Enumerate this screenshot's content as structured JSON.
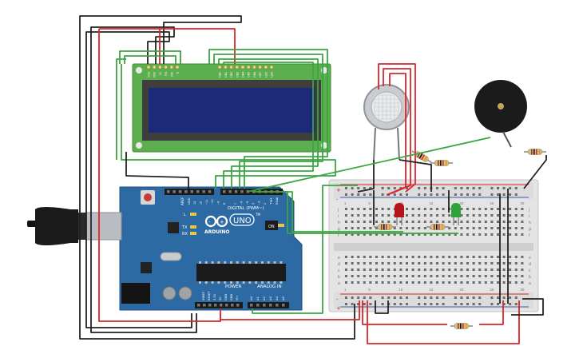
{
  "arduino": {
    "brand": "ARDUINO",
    "model": "UNO",
    "tm": "TM",
    "on_label": "ON",
    "l_label": "L",
    "tx_label": "TX",
    "rx_label": "RX",
    "digital_label": "DIGITAL (PWM~)",
    "power_label": "POWER",
    "analog_label": "ANALOG IN",
    "aref": "AREF",
    "gnd": "GND",
    "ioref": "IOREF",
    "reset": "RESET",
    "v33": "3.3V",
    "v5": "5V",
    "vin": "Vin",
    "digital_pins": [
      "13",
      "12",
      "~11",
      "~10",
      "~9",
      "8",
      "7",
      "~6",
      "~5",
      "4",
      "~3",
      "2",
      "TX▸1",
      "RX◂0"
    ],
    "analog_pins": [
      "A0",
      "A1",
      "A2",
      "A3",
      "A4",
      "A5"
    ]
  },
  "lcd": {
    "pin_labels": [
      "VSS",
      "VDD",
      "V0",
      "RS",
      "RW",
      "E",
      "DB0",
      "DB1",
      "DB2",
      "DB3",
      "DB4",
      "DB5",
      "DB6",
      "DB7",
      "LED",
      "LED"
    ]
  },
  "breadboard": {
    "rows_top": [
      "j",
      "i",
      "h",
      "g",
      "f"
    ],
    "rows_bottom": [
      "e",
      "d",
      "c",
      "b",
      "a"
    ],
    "col_numbers": [
      "1",
      "5",
      "10",
      "15",
      "20",
      "25",
      "30"
    ],
    "rail_plus": "+",
    "rail_minus": "-"
  },
  "colors": {
    "board": "#2d6aa3",
    "lcd_pcb": "#5cae4f",
    "lcd_screen": "#1d2a7a",
    "wire_red": "#d9262b",
    "wire_black": "#222222",
    "wire_green": "#3aa541",
    "led_red": "#b3141b",
    "led_green": "#2fa33a"
  }
}
